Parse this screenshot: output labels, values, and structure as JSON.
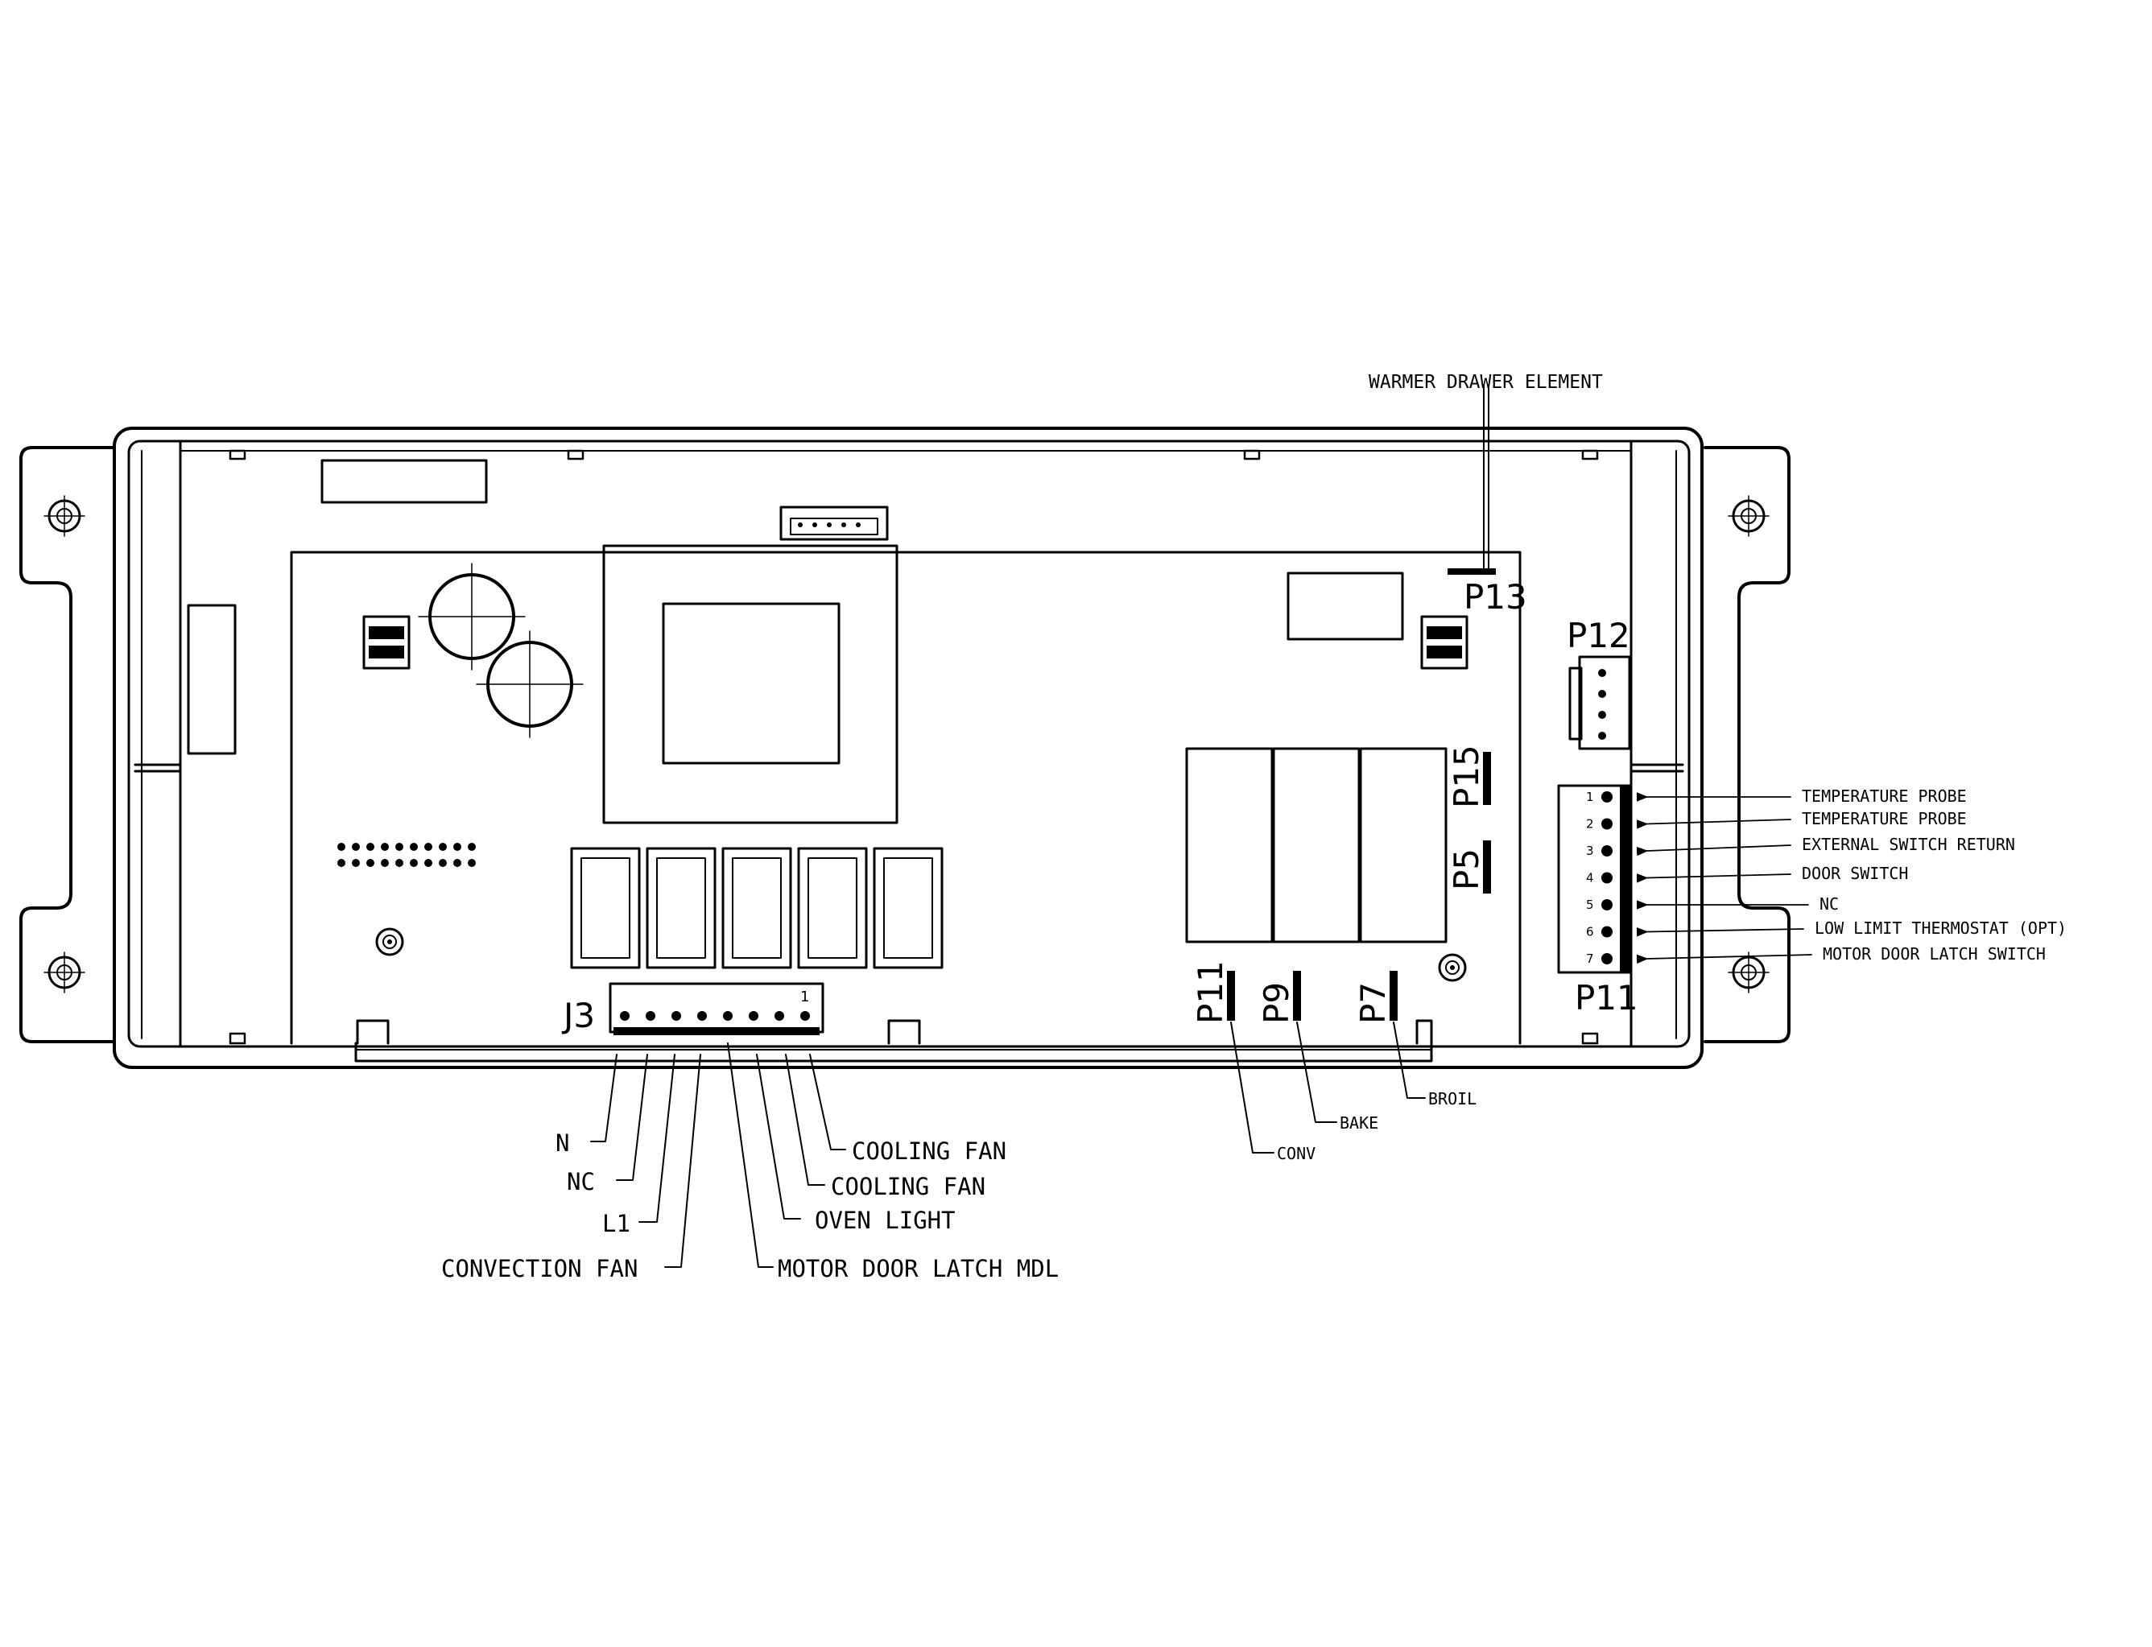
{
  "connectors": {
    "j3": "J3",
    "j3_pin1": "1",
    "p13": "P13",
    "p12": "P12",
    "p15": "P15",
    "p5": "P5",
    "p11_bottom": "P11",
    "p9": "P9",
    "p7": "P7",
    "p11_side": "P11"
  },
  "j3_labels": {
    "n": "N",
    "nc": "NC",
    "l1": "L1",
    "convection_fan": "CONVECTION FAN",
    "cooling_fan_1": "COOLING FAN",
    "cooling_fan_2": "COOLING FAN",
    "oven_light": "OVEN LIGHT",
    "motor_door_latch": "MOTOR DOOR LATCH MDL"
  },
  "relay_labels": {
    "conv": "CONV",
    "bake": "BAKE",
    "broil": "BROIL"
  },
  "top_label": "WARMER DRAWER ELEMENT",
  "p11_pins": [
    {
      "num": "1",
      "label": "TEMPERATURE PROBE"
    },
    {
      "num": "2",
      "label": "TEMPERATURE PROBE"
    },
    {
      "num": "3",
      "label": "EXTERNAL SWITCH RETURN"
    },
    {
      "num": "4",
      "label": "DOOR SWITCH"
    },
    {
      "num": "5",
      "label": "NC"
    },
    {
      "num": "6",
      "label": "LOW LIMIT THERMOSTAT (OPT)"
    },
    {
      "num": "7",
      "label": "MOTOR DOOR LATCH SWITCH"
    }
  ]
}
